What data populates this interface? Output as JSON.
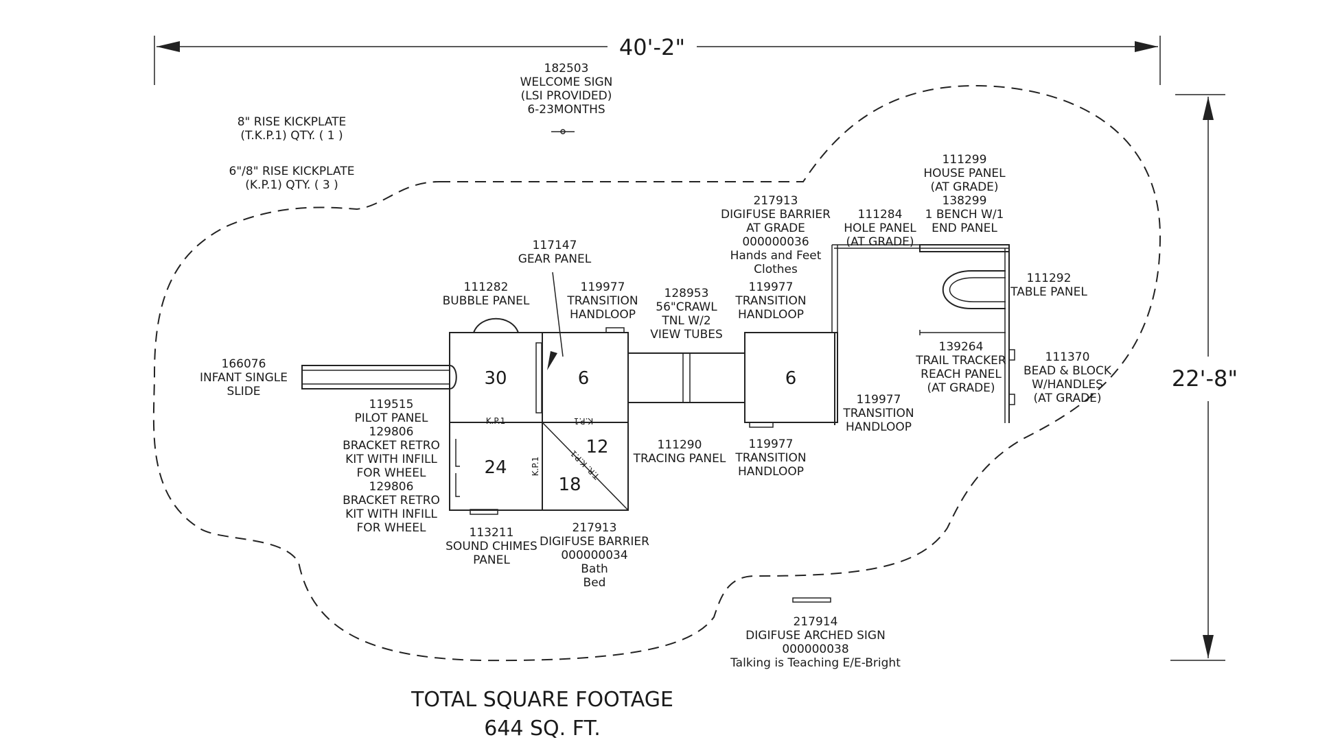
{
  "dimensions": {
    "width": "40'-2\"",
    "height": "22'-8\""
  },
  "platforms": {
    "p30": "30",
    "p6a": "6",
    "p6b": "6",
    "p24": "24",
    "p12": "12",
    "p18": "18"
  },
  "kickplates": {
    "kp_a": "K.P.1",
    "kp_b": "K.P.1",
    "kp_c": "K.P.1",
    "kp_diag": "T.R. K.P.1"
  },
  "notes": {
    "kickplate_8": [
      "8\" RISE KICKPLATE",
      "(T.K.P.1) QTY. ( 1 )"
    ],
    "kickplate_6_8": [
      "6\"/8\" RISE KICKPLATE",
      "(K.P.1) QTY. ( 3 )"
    ],
    "welcome_sign": [
      "182503",
      "WELCOME SIGN",
      "(LSI PROVIDED)",
      "6-23MONTHS"
    ],
    "gear_panel": [
      "117147",
      "GEAR  PANEL"
    ],
    "bubble_panel": [
      "111282",
      "BUBBLE PANEL"
    ],
    "transition_1": [
      "119977",
      "TRANSITION",
      "HANDLOOP"
    ],
    "crawl_tunnel": [
      "128953",
      "56\"CRAWL",
      "TNL W/2",
      "VIEW TUBES"
    ],
    "transition_2": [
      "119977",
      "TRANSITION",
      "HANDLOOP"
    ],
    "digifuse_barrier_grade": [
      "217913",
      "DIGIFUSE BARRIER",
      "AT GRADE",
      "000000036",
      "Hands and Feet",
      "Clothes"
    ],
    "hole_panel": [
      "111284",
      "HOLE PANEL",
      "(AT GRADE)"
    ],
    "house_panel": [
      "111299",
      "HOUSE PANEL",
      "(AT GRADE)",
      "138299",
      "1 BENCH W/1",
      "END PANEL"
    ],
    "table_panel": [
      "111292",
      "TABLE PANEL"
    ],
    "trail_tracker": [
      "139264",
      "TRAIL TRACKER",
      "REACH PANEL",
      "(AT GRADE)"
    ],
    "bead_block": [
      "111370",
      "BEAD & BLOCK",
      "W/HANDLES",
      "(AT GRADE)"
    ],
    "infant_slide": [
      "166076",
      "INFANT SINGLE",
      "SLIDE"
    ],
    "pilot_panel": [
      "119515",
      "PILOT PANEL",
      "129806",
      "BRACKET RETRO",
      "KIT WITH INFILL",
      "FOR WHEEL",
      "129806",
      "BRACKET RETRO",
      "KIT WITH INFILL",
      "FOR WHEEL"
    ],
    "transition_3": [
      "119977",
      "TRANSITION",
      "HANDLOOP"
    ],
    "tracing_panel": [
      "111290",
      "TRACING PANEL"
    ],
    "transition_4": [
      "119977",
      "TRANSITION",
      "HANDLOOP"
    ],
    "sound_chimes": [
      "113211",
      "SOUND CHIMES",
      "PANEL"
    ],
    "digifuse_barrier_bath": [
      "217913",
      "DIGIFUSE BARRIER",
      "000000034",
      "Bath",
      "Bed"
    ],
    "arched_sign": [
      "217914",
      "DIGIFUSE ARCHED SIGN",
      "000000038",
      "Talking is Teaching E/E-Bright"
    ]
  },
  "total": {
    "line1": "TOTAL SQUARE FOOTAGE",
    "line2": "644 SQ. FT."
  }
}
